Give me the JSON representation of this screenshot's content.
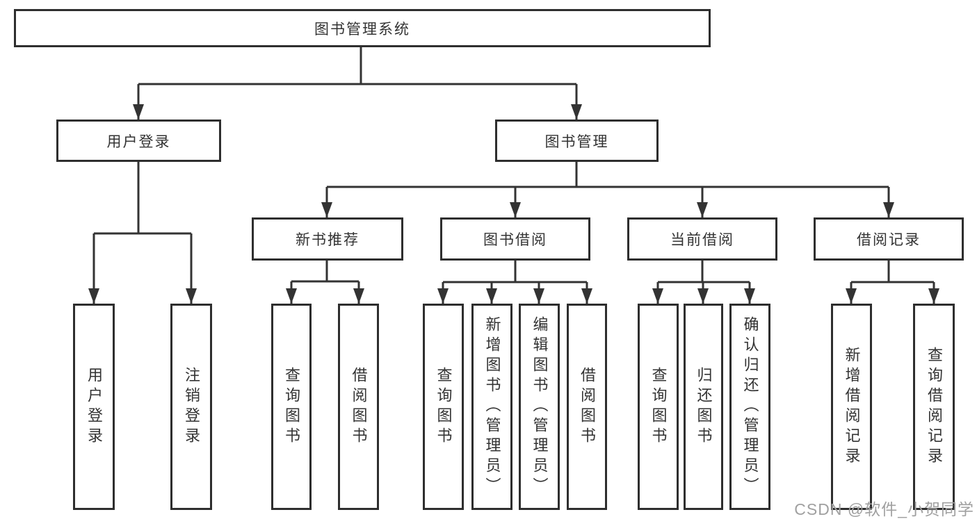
{
  "diagram": {
    "root": {
      "label": "图书管理系统"
    },
    "branches": {
      "user_login": {
        "label": "用户登录",
        "children": {
          "login": "用户登录",
          "logout": "注销登录"
        }
      },
      "book_management": {
        "label": "图书管理",
        "groups": {
          "new_book_recommend": {
            "label": "新书推荐",
            "children": {
              "query_books": "查询图书",
              "borrow_books": "借阅图书"
            }
          },
          "book_borrowing": {
            "label": "图书借阅",
            "children": {
              "query_books": "查询图书",
              "add_books": "新增图书（管理员）",
              "edit_books": "编辑图书（管理员）",
              "borrow_books": "借阅图书"
            }
          },
          "current_borrowing": {
            "label": "当前借阅",
            "children": {
              "query_books": "查询图书",
              "return_books": "归还图书",
              "confirm_return": "确认归还（管理员）"
            }
          },
          "borrowing_records": {
            "label": "借阅记录",
            "children": {
              "add_record": "新增借阅记录",
              "query_record": "查询借阅记录"
            }
          }
        }
      }
    }
  },
  "watermark": {
    "text": "CSDN @软件_小贺同学"
  },
  "colors": {
    "line": "#333333",
    "box_border": "#2e2e2e",
    "box_background": "#ffffff",
    "text": "#333333",
    "watermark": "#a0a0a0"
  }
}
